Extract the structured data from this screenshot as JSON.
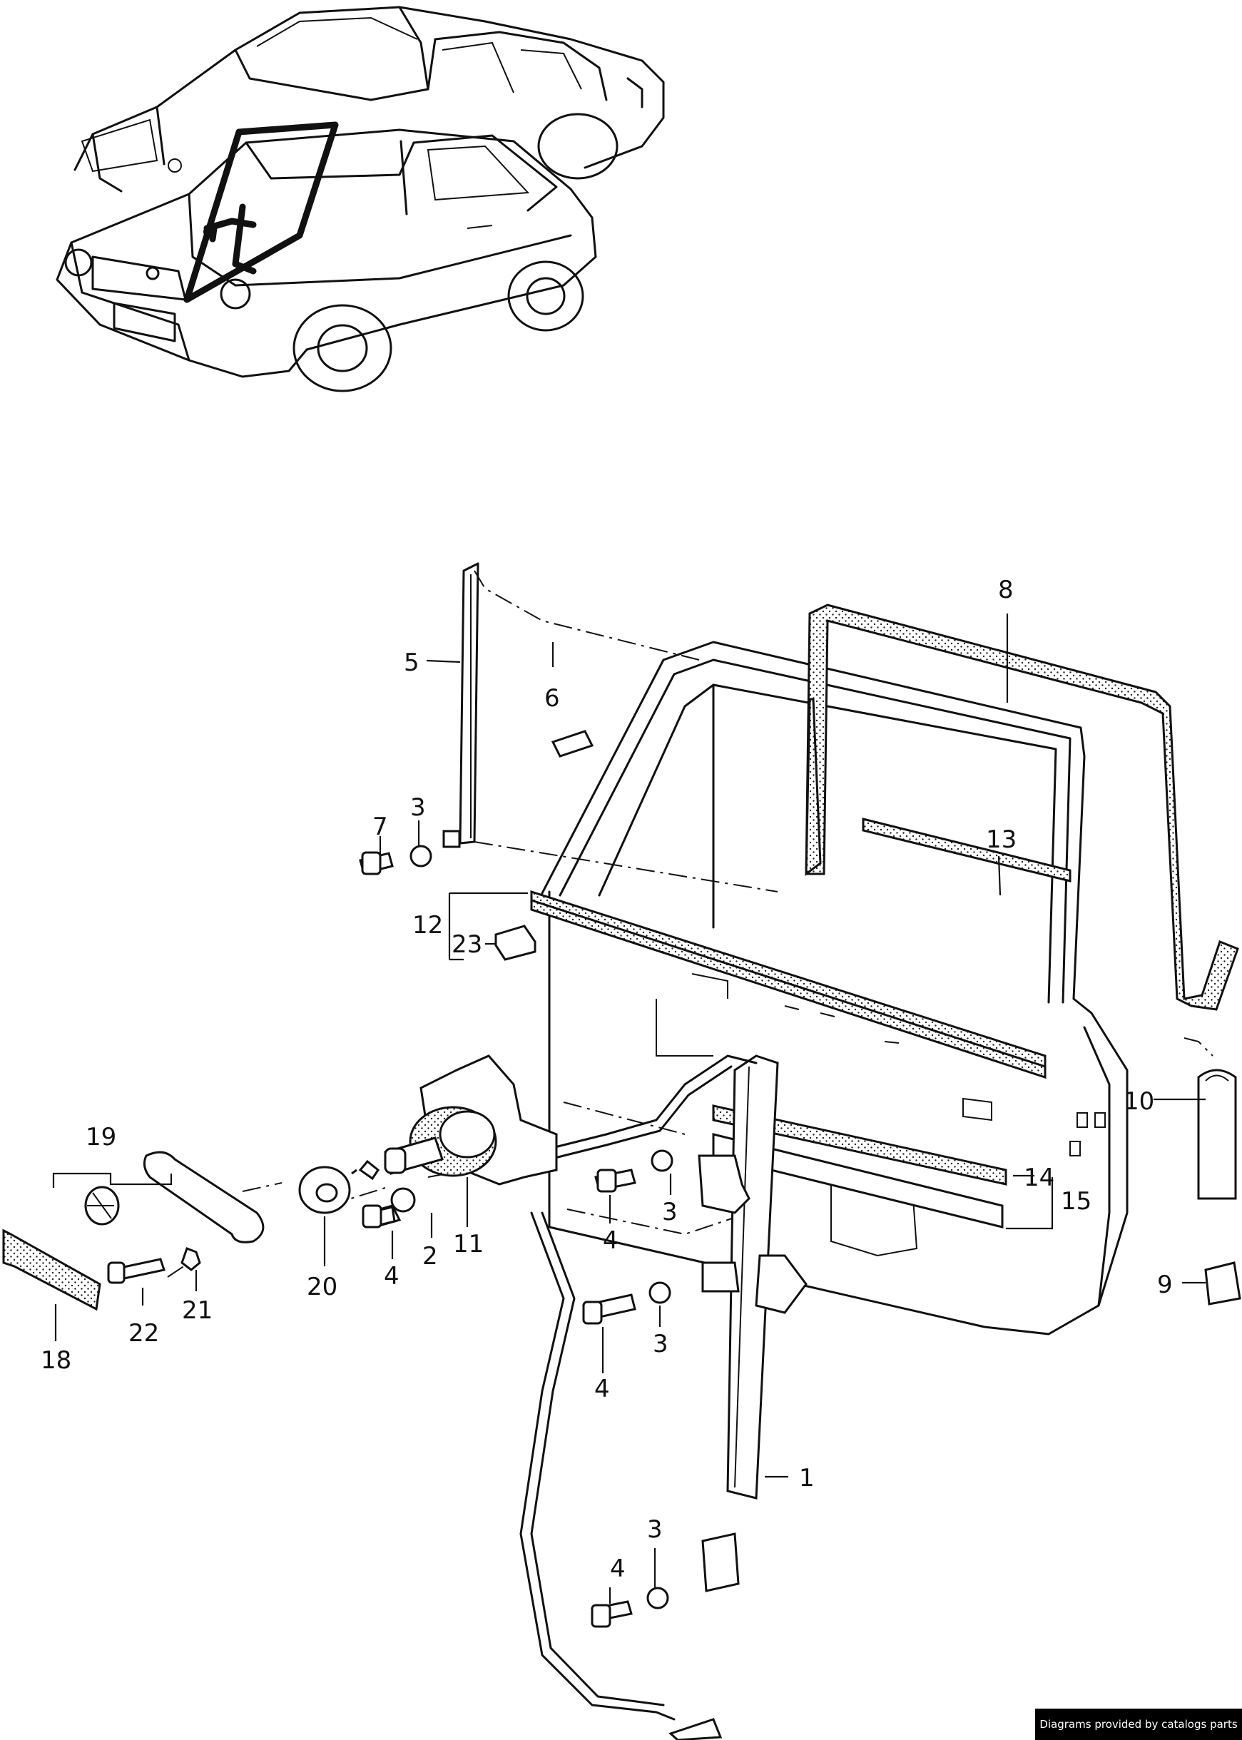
{
  "labels": {
    "l1": "1",
    "l2": "2",
    "l3a": "3",
    "l3b": "3",
    "l3c": "3",
    "l3d": "3",
    "l4a": "4",
    "l4b": "4",
    "l4c": "4",
    "l4d": "4",
    "l5": "5",
    "l6": "6",
    "l7": "7",
    "l8": "8",
    "l9": "9",
    "l10": "10",
    "l11": "11",
    "l12": "12",
    "l13": "13",
    "l14": "14",
    "l15": "15",
    "l18": "18",
    "l19": "19",
    "l20": "20",
    "l21": "21",
    "l22": "22",
    "l23": "23"
  },
  "credit": "Diagrams provided by catalogs parts"
}
